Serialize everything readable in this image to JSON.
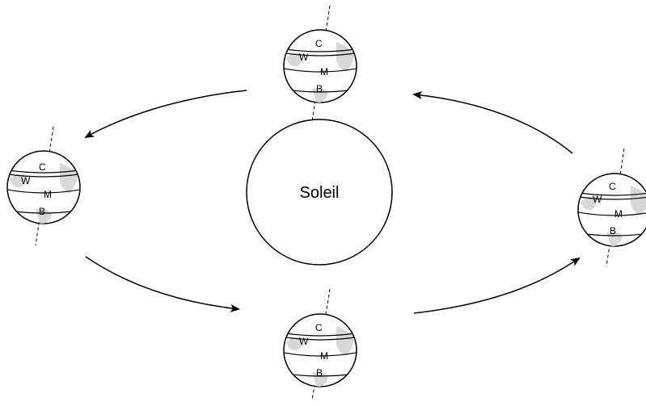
{
  "sun": {
    "label": "Soleil"
  },
  "earths": [
    {
      "id": "top",
      "labels": [
        "C",
        "W",
        "M",
        "B"
      ]
    },
    {
      "id": "left",
      "labels": [
        "C",
        "W",
        "M",
        "B"
      ]
    },
    {
      "id": "bottom",
      "labels": [
        "C",
        "W",
        "M",
        "B"
      ]
    },
    {
      "id": "right",
      "labels": [
        "C",
        "W",
        "M",
        "B"
      ]
    }
  ],
  "colors": {
    "stroke": "#000000",
    "land": "#d8d8d8",
    "background": "#ffffff"
  }
}
